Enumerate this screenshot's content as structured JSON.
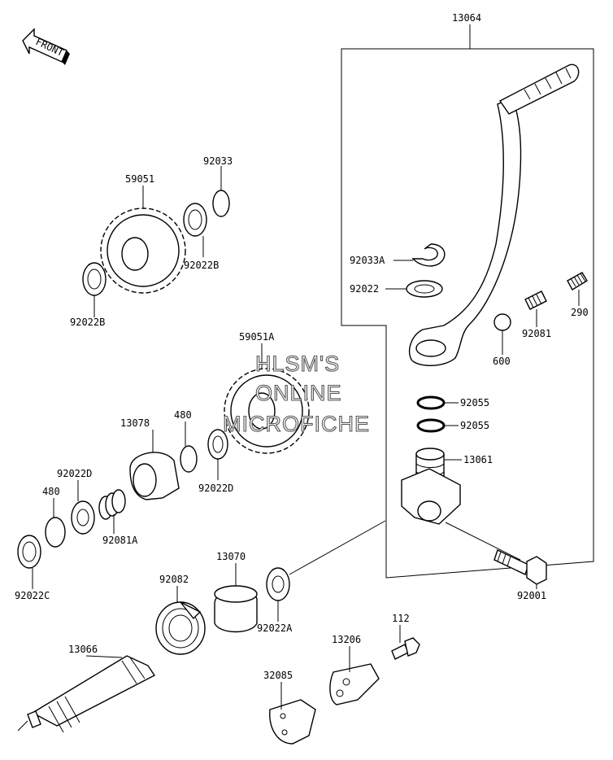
{
  "watermark": {
    "line1": "HLSM'S",
    "line2": "ONLINE",
    "line3": "MICROFICHE"
  },
  "front_indicator": "FRONT",
  "parts": [
    {
      "id": "13064",
      "label": "13064"
    },
    {
      "id": "59051",
      "label": "59051"
    },
    {
      "id": "92033",
      "label": "92033"
    },
    {
      "id": "92022B_a",
      "label": "92022B"
    },
    {
      "id": "92022B_b",
      "label": "92022B"
    },
    {
      "id": "92033A",
      "label": "92033A"
    },
    {
      "id": "92022",
      "label": "92022"
    },
    {
      "id": "92081",
      "label": "92081"
    },
    {
      "id": "290",
      "label": "290"
    },
    {
      "id": "600",
      "label": "600"
    },
    {
      "id": "59051A",
      "label": "59051A"
    },
    {
      "id": "13078",
      "label": "13078"
    },
    {
      "id": "480_a",
      "label": "480"
    },
    {
      "id": "92022D_a",
      "label": "92022D"
    },
    {
      "id": "92022D_b",
      "label": "92022D"
    },
    {
      "id": "480_b",
      "label": "480"
    },
    {
      "id": "92081A",
      "label": "92081A"
    },
    {
      "id": "92022C",
      "label": "92022C"
    },
    {
      "id": "92055_a",
      "label": "92055"
    },
    {
      "id": "92055_b",
      "label": "92055"
    },
    {
      "id": "13061",
      "label": "13061"
    },
    {
      "id": "13070",
      "label": "13070"
    },
    {
      "id": "92082",
      "label": "92082"
    },
    {
      "id": "92022A",
      "label": "92022A"
    },
    {
      "id": "92001",
      "label": "92001"
    },
    {
      "id": "112",
      "label": "112"
    },
    {
      "id": "13206",
      "label": "13206"
    },
    {
      "id": "13066",
      "label": "13066"
    },
    {
      "id": "32085",
      "label": "32085"
    }
  ]
}
